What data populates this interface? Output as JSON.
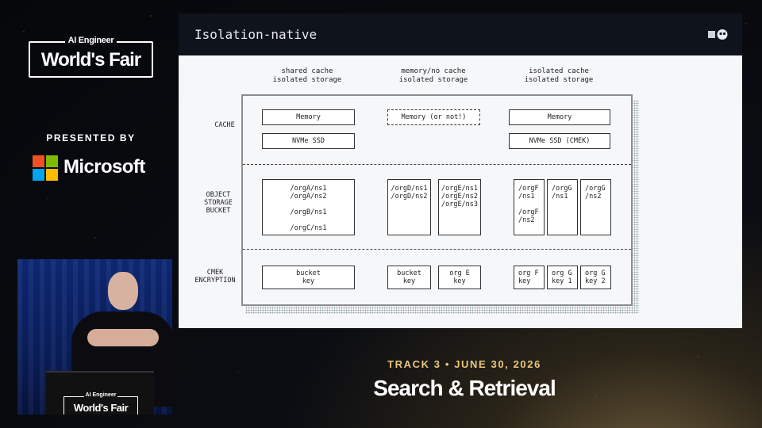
{
  "event": {
    "brand_small": "AI Engineer",
    "brand_main": "World's Fair",
    "presented_by": "PRESENTED BY",
    "sponsor": "Microsoft",
    "track_line": "TRACK 3 • JUNE 30, 2026",
    "track_title": "Search & Retrieval"
  },
  "podium": {
    "brand_small": "AI Engineer",
    "brand_main": "World's Fair"
  },
  "slide": {
    "title": "Isolation-native",
    "columns": [
      "shared cache\nisolated storage",
      "memory/no cache\nisolated storage",
      "isolated cache\nisolated storage"
    ],
    "rows": {
      "cache": "CACHE",
      "object_storage": "OBJECT\nSTORAGE\nBUCKET",
      "cmek": "CMEK\nENCRYPTION"
    },
    "cache_boxes": {
      "shared_memory": "Memory",
      "shared_nvme": "NVMe SSD",
      "optional_memory": "Memory (or not!)",
      "isolated_memory": "Memory",
      "isolated_nvme": "NVMe SSD (CMEK)"
    },
    "storage_boxes": {
      "shared_bucket": "/orgA/ns1\n/orgA/ns2\n\n/orgB/ns1\n\n/orgC/ns1",
      "org_d": "/orgD/ns1\n/orgD/ns2",
      "org_e": "/orgE/ns1\n/orgE/ns2\n/orgE/ns3",
      "org_f": "/orgF\n/ns1\n\n/orgF\n/ns2",
      "org_g1": "/orgG\n/ns1",
      "org_g2": "/orgG\n/ns2"
    },
    "key_boxes": {
      "shared_key": "bucket\nkey",
      "bucket_key_2": "bucket\nkey",
      "org_e_key": "org E\nkey",
      "org_f_key": "org F\nkey",
      "org_g_key1": "org G\nkey 1",
      "org_g_key2": "org G\nkey 2"
    }
  }
}
